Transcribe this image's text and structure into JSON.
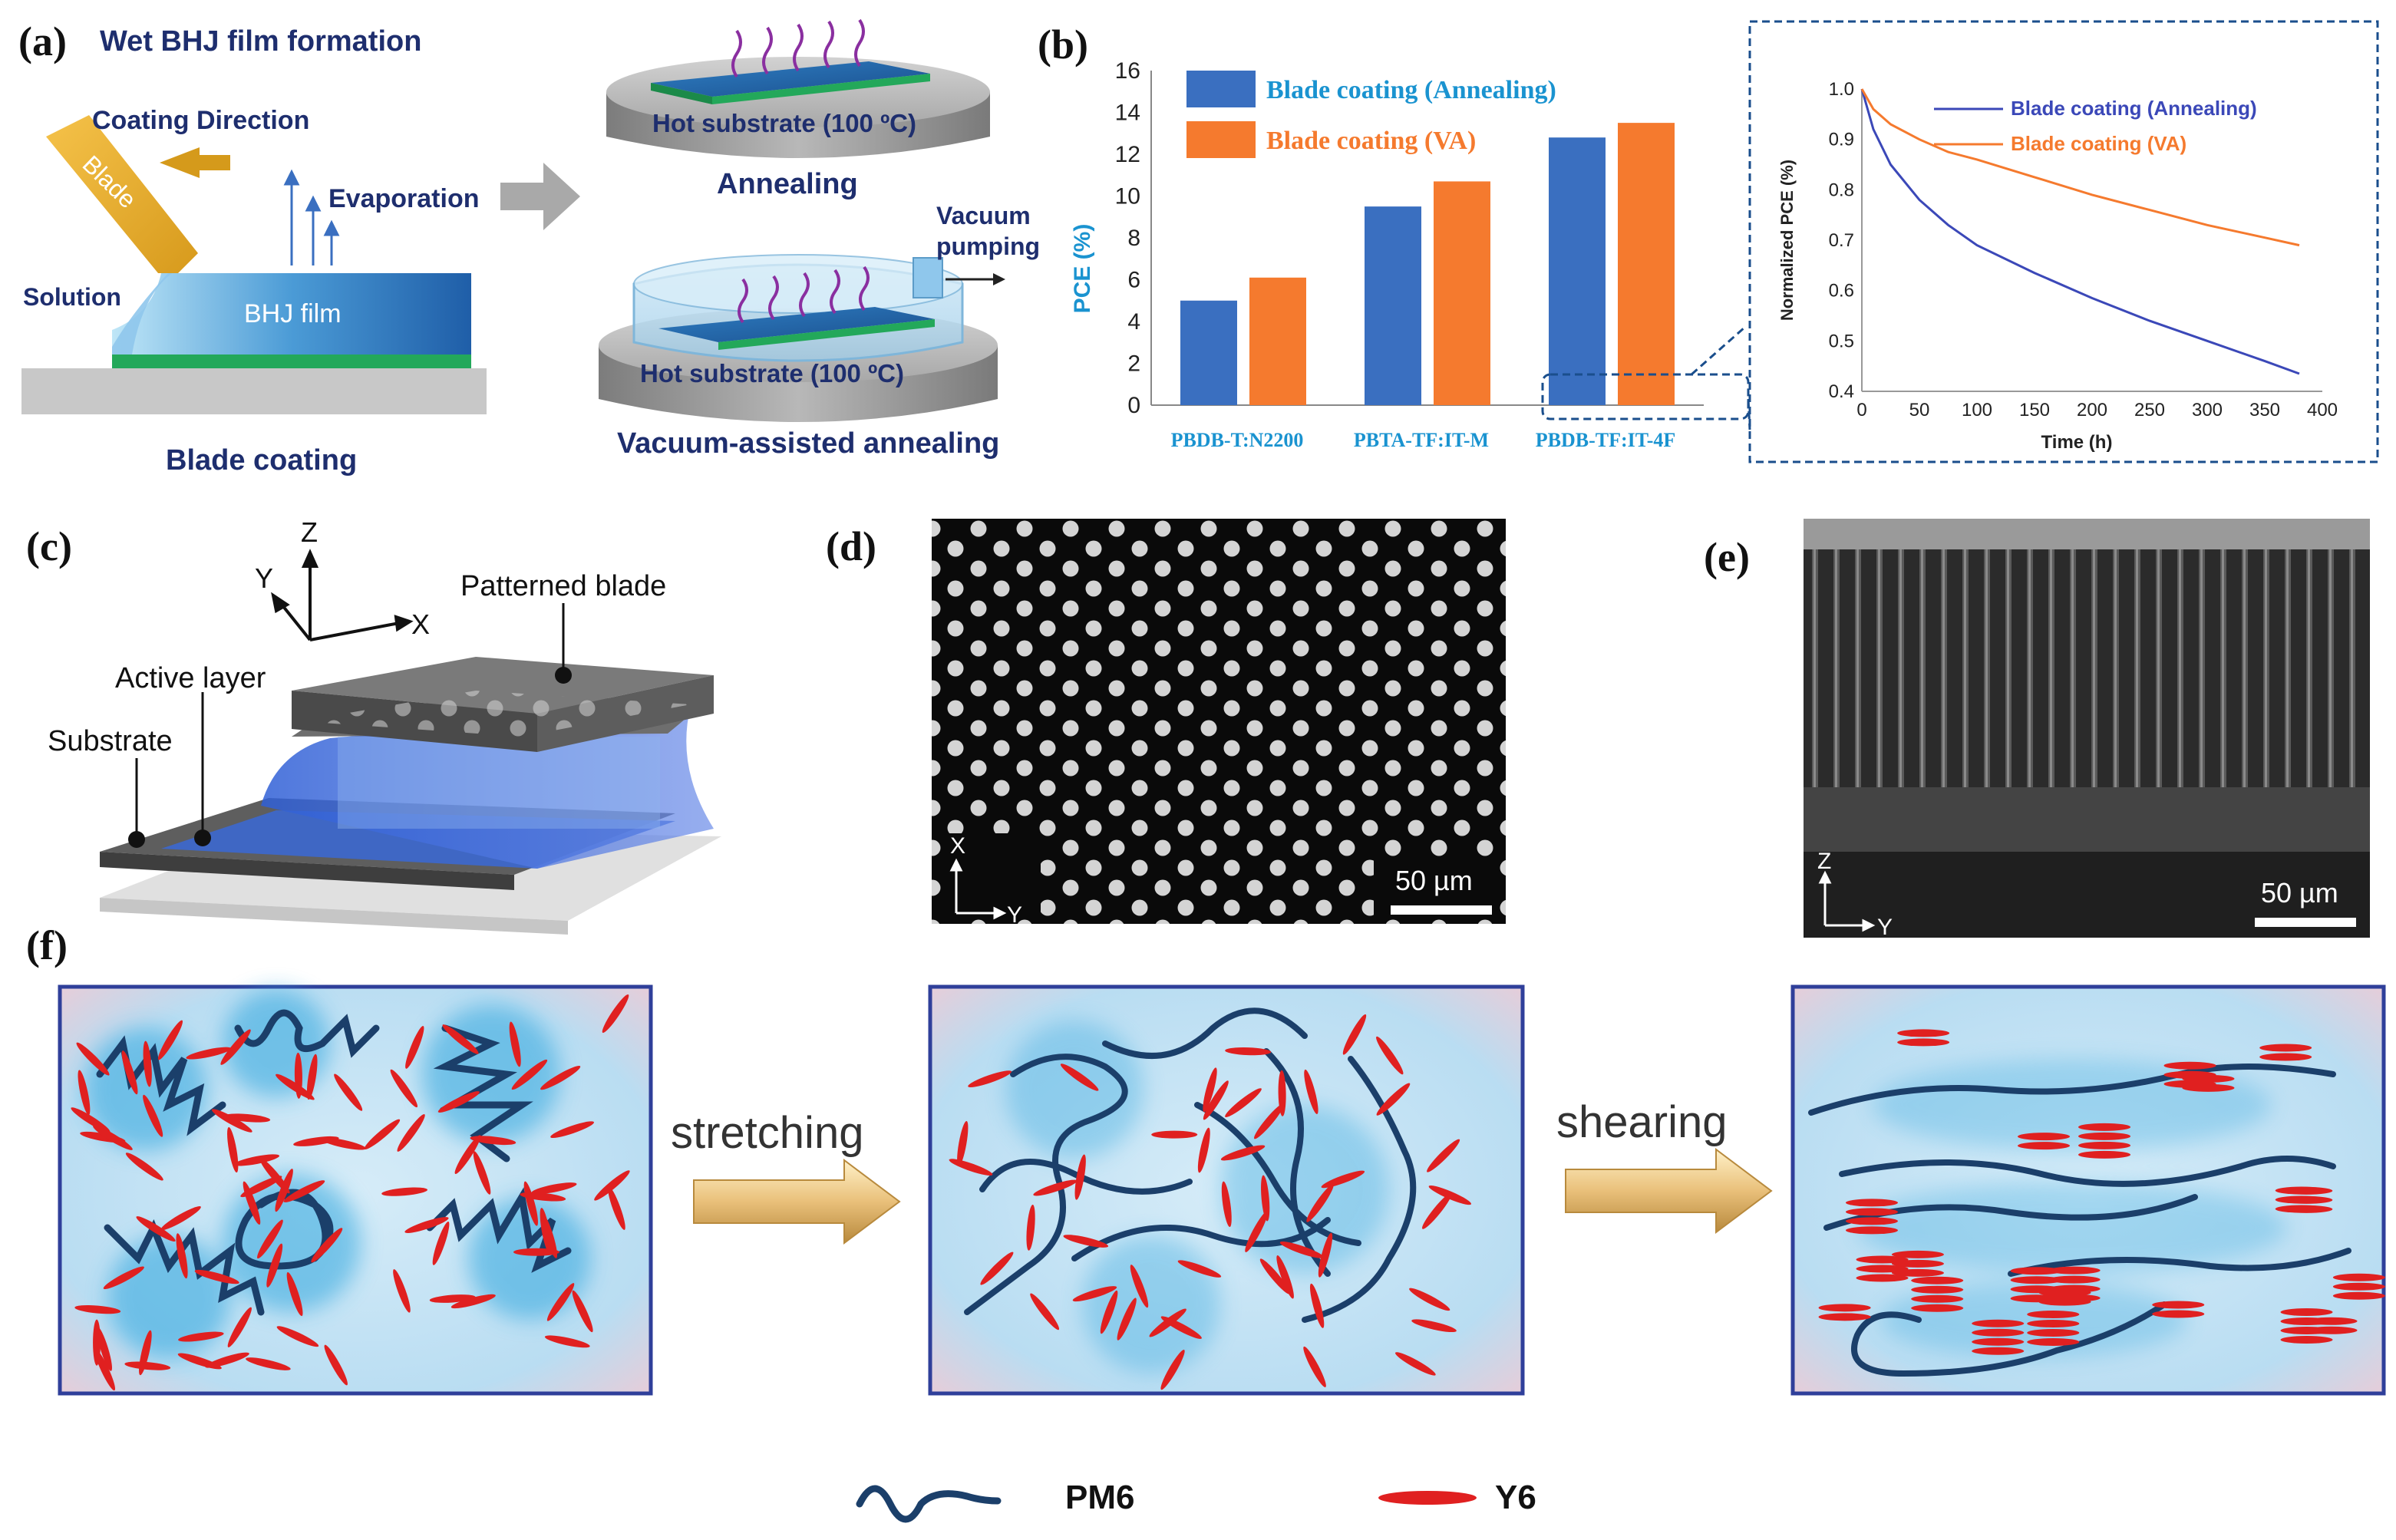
{
  "panel_a": {
    "label": "(a)",
    "title": "Wet BHJ film formation",
    "coating_direction": "Coating Direction",
    "blade": "Blade",
    "evaporation": "Evaporation",
    "solution": "Solution",
    "film": "BHJ film",
    "caption": "Blade coating",
    "hot_substrate_1": "Hot substrate (100 ºC)",
    "annealing": "Annealing",
    "hot_substrate_2": "Hot substrate (100 ºC)",
    "vacuum_line1": "Vacuum",
    "vacuum_line2": "pumping",
    "va_caption": "Vacuum-assisted annealing"
  },
  "panel_b": {
    "label": "(b)",
    "inset_callout": "PBDB-TF:IT-4F"
  },
  "panel_c": {
    "label": "(c)",
    "axis_z": "Z",
    "axis_y": "Y",
    "axis_x": "X",
    "patterned_blade": "Patterned blade",
    "active_layer": "Active layer",
    "substrate": "Substrate"
  },
  "panel_d": {
    "label": "(d)",
    "scale": "50 µm",
    "axis_v": "X",
    "axis_h": "Y"
  },
  "panel_e": {
    "label": "(e)",
    "scale": "50 µm",
    "axis_v": "Z",
    "axis_h": "Y"
  },
  "panel_f": {
    "label": "(f)",
    "stretching": "stretching",
    "shearing": "shearing",
    "legend_pm6": "PM6",
    "legend_y6": "Y6"
  },
  "colors": {
    "blue_series": "#3a6fc0",
    "orange_series": "#f57a2e",
    "label_blue": "#1a93d0",
    "navy_text": "#1e2e6e",
    "y6_red": "#e02020",
    "pm6_navy": "#1b3f6a"
  },
  "chart_data": [
    {
      "type": "bar",
      "ylabel": "PCE (%)",
      "xlabel": "",
      "ylim": [
        0,
        16
      ],
      "yticks": [
        0,
        2,
        4,
        6,
        8,
        10,
        12,
        14,
        16
      ],
      "categories": [
        "PBDB-T:N2200",
        "PBTA-TF:IT-M",
        "PBDB-TF:IT-4F"
      ],
      "series": [
        {
          "name": "Blade coating (Annealing)",
          "color": "#3a6fc0",
          "values": [
            5.0,
            9.5,
            12.8
          ]
        },
        {
          "name": "Blade coating (VA)",
          "color": "#f57a2e",
          "values": [
            6.1,
            10.7,
            13.5
          ]
        }
      ],
      "legend": "top-left",
      "grid": false
    },
    {
      "type": "line",
      "xlabel": "Time (h)",
      "ylabel": "Normalized PCE (%)",
      "xlim": [
        0,
        400
      ],
      "ylim": [
        0.4,
        1.0
      ],
      "xticks": [
        0,
        50,
        100,
        150,
        200,
        250,
        300,
        350,
        400
      ],
      "yticks": [
        0.4,
        0.5,
        0.6,
        0.7,
        0.8,
        0.9,
        1.0
      ],
      "series": [
        {
          "name": "Blade coating (Annealing)",
          "color": "#3b48b8",
          "x": [
            0,
            10,
            25,
            50,
            75,
            100,
            150,
            200,
            250,
            300,
            350,
            380
          ],
          "y": [
            1.0,
            0.92,
            0.85,
            0.78,
            0.73,
            0.69,
            0.635,
            0.585,
            0.54,
            0.5,
            0.46,
            0.435
          ]
        },
        {
          "name": "Blade coating (VA)",
          "color": "#f57a2e",
          "x": [
            0,
            10,
            25,
            50,
            75,
            100,
            150,
            200,
            250,
            300,
            350,
            380
          ],
          "y": [
            1.0,
            0.96,
            0.93,
            0.9,
            0.875,
            0.86,
            0.825,
            0.79,
            0.76,
            0.73,
            0.705,
            0.69
          ]
        }
      ],
      "legend": "top-right",
      "grid": false
    }
  ]
}
